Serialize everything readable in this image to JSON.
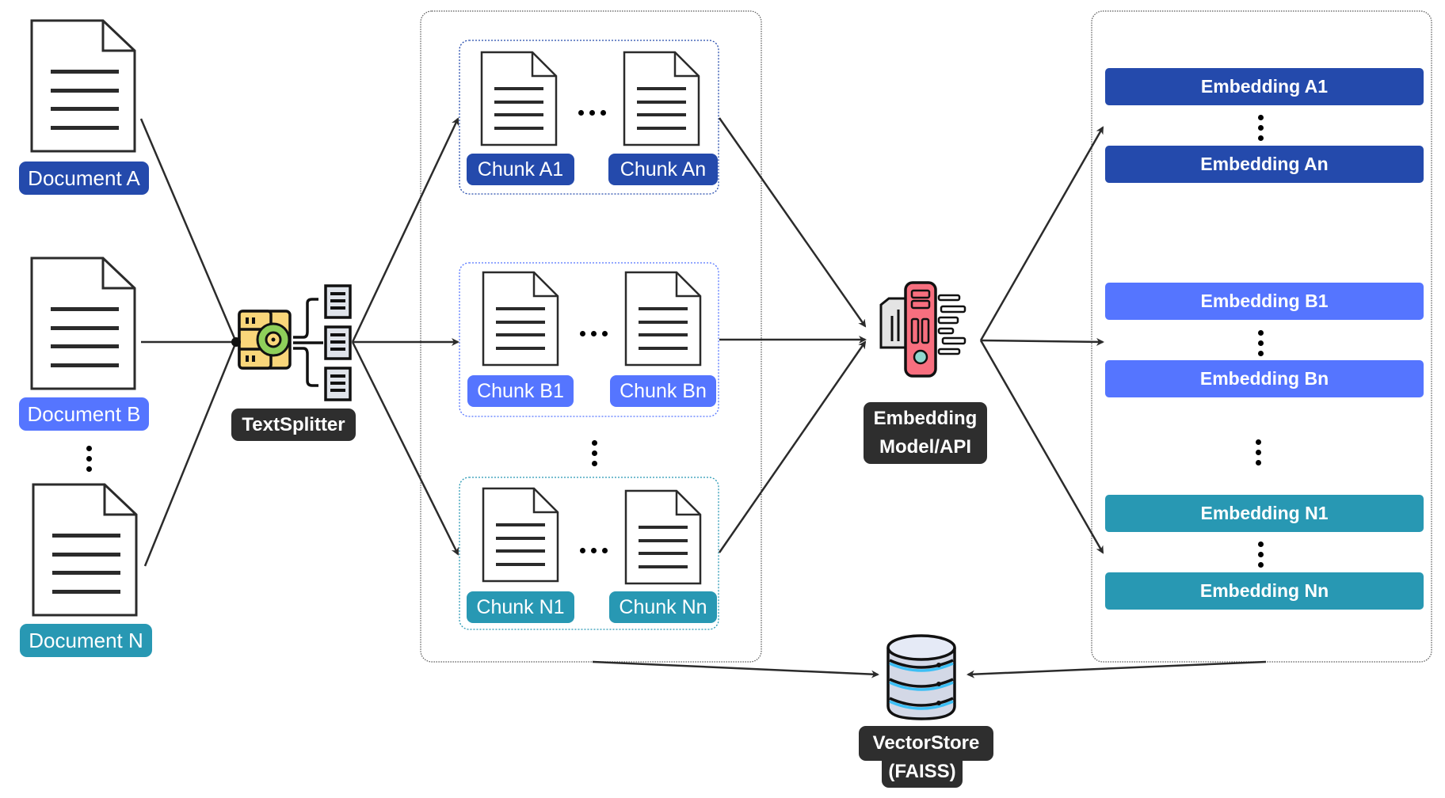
{
  "colors": {
    "group_a": "#244AAC",
    "group_b": "#5575FF",
    "group_n": "#2898B3",
    "dark_label": "#2E2E2E",
    "line": "#2B2B2B"
  },
  "documents": [
    {
      "label": "Document A",
      "group": "a"
    },
    {
      "label": "Document B",
      "group": "b"
    },
    {
      "label": "Document N",
      "group": "n"
    }
  ],
  "text_splitter": {
    "label": "TextSplitter",
    "icon": "text-splitter-icon"
  },
  "chunk_groups": [
    {
      "group": "a",
      "first": "Chunk A1",
      "last": "Chunk An"
    },
    {
      "group": "b",
      "first": "Chunk B1",
      "last": "Chunk Bn"
    },
    {
      "group": "n",
      "first": "Chunk N1",
      "last": "Chunk Nn"
    }
  ],
  "embedding_model": {
    "line1": "Embedding",
    "line2": "Model/API",
    "icon": "embedding-model-icon"
  },
  "embeddings": [
    {
      "group": "a",
      "first": "Embedding A1",
      "last": "Embedding An"
    },
    {
      "group": "b",
      "first": "Embedding B1",
      "last": "Embedding Bn"
    },
    {
      "group": "n",
      "first": "Embedding N1",
      "last": "Embedding Nn"
    }
  ],
  "vector_store": {
    "line1": "VectorStore",
    "line2": "(FAISS)",
    "icon": "database-icon"
  }
}
